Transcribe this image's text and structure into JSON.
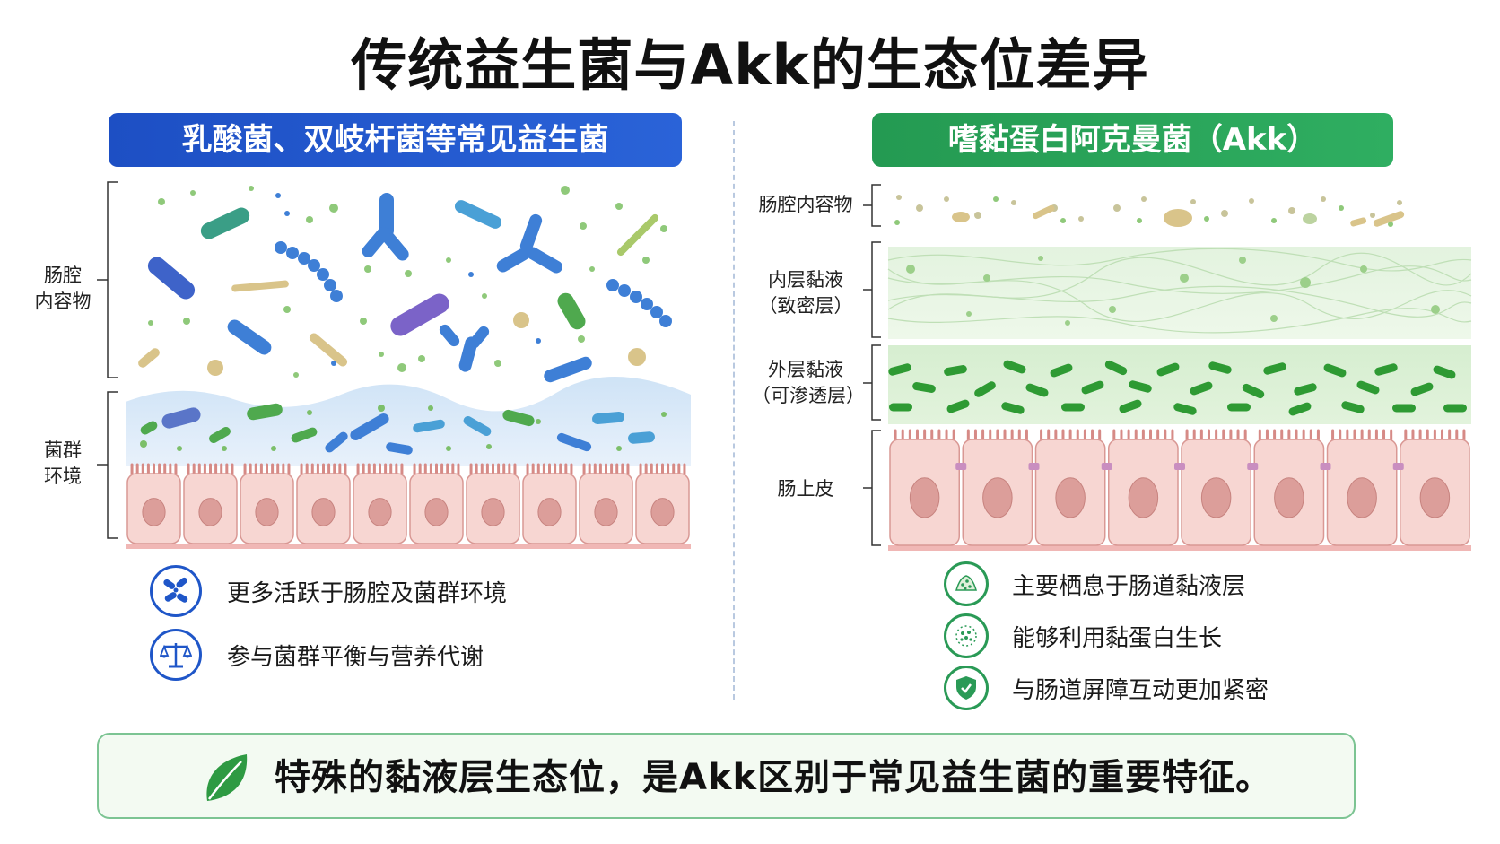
{
  "title": "传统益生菌与Akk的生态位差异",
  "left_panel": {
    "header": "乳酸菌、双岐杆菌等常见益生菌",
    "labels": {
      "lumen_line1": "肠腔",
      "lumen_line2": "内容物",
      "env_line1": "菌群",
      "env_line2": "环境"
    },
    "features": [
      {
        "icon": "bacteria-icon",
        "text": "更多活跃于肠腔及菌群环境"
      },
      {
        "icon": "balance-scale-icon",
        "text": "参与菌群平衡与营养代谢"
      }
    ]
  },
  "right_panel": {
    "header": "嗜黏蛋白阿克曼菌（Akk）",
    "labels": {
      "lumen": "肠腔内容物",
      "inner_line1": "内层黏液",
      "inner_line2": "（致密层）",
      "outer_line1": "外层黏液",
      "outer_line2": "（可渗透层）",
      "epithelium": "肠上皮"
    },
    "features": [
      {
        "icon": "mucus-dots-icon",
        "text": "主要栖息于肠道黏液层"
      },
      {
        "icon": "mucin-circle-icon",
        "text": "能够利用黏蛋白生长"
      },
      {
        "icon": "shield-icon",
        "text": "与肠道屏障互动更加紧密"
      }
    ]
  },
  "footer": {
    "icon": "leaf-icon",
    "text": "特殊的黏液层生态位，是Akk区别于常见益生菌的重要特征。"
  },
  "colors": {
    "blue": "#1f56c8",
    "green": "#2a9a56",
    "cell_fill": "#f7d6d2",
    "nucleus": "#dc9e9a"
  }
}
